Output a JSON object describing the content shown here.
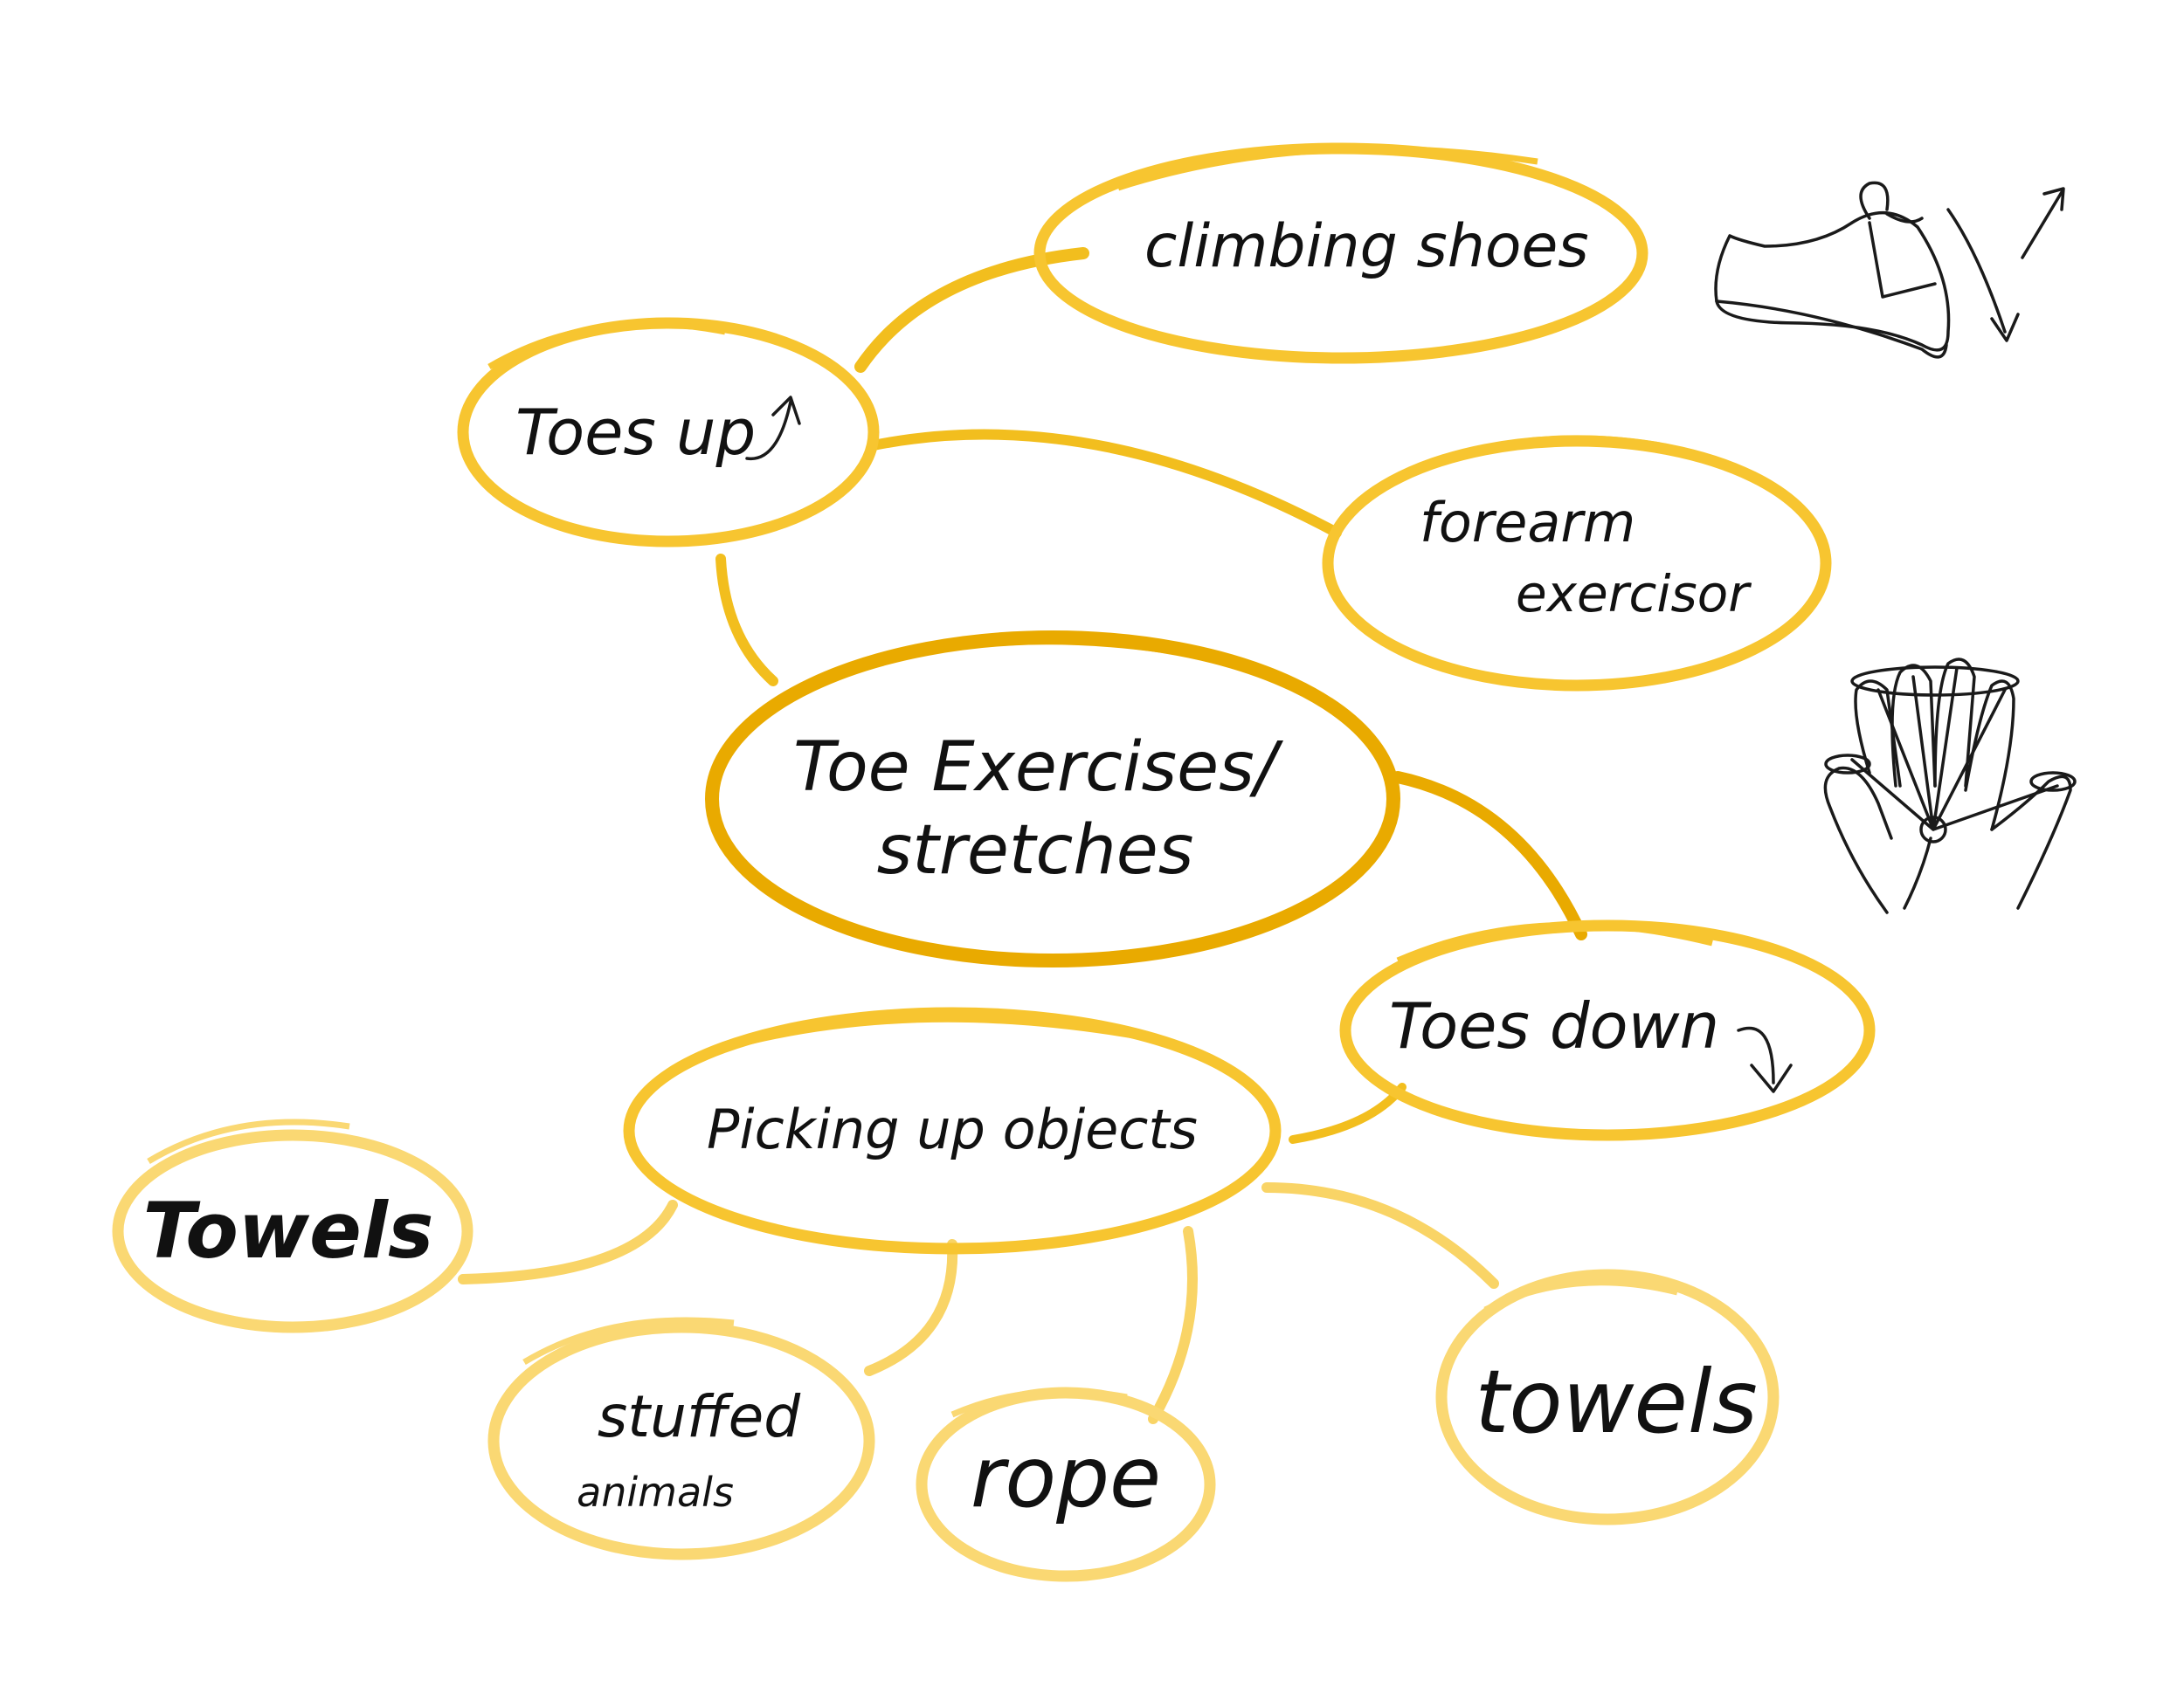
{
  "colors": {
    "central_outline": "#E9AA00",
    "branch_outline": "#F7C530",
    "leaf_outline": "#FAD873",
    "connector_main": "#F2BE1E",
    "connector_leaf": "#F9D466",
    "text": "#111111",
    "sketch": "#1a1a1a"
  },
  "nodes": {
    "central": {
      "line1": "Toe Exercises/",
      "line2": "stretches"
    },
    "toes_up": {
      "label": "Toes up"
    },
    "climbing_shoes": {
      "label": "climbing shoes"
    },
    "forearm_exercisor": {
      "line1": "forearm",
      "line2": "exercisor"
    },
    "toes_down": {
      "label": "Toes down"
    },
    "picking_up_objects": {
      "label": "Picking up objects"
    },
    "towels_left": {
      "label": "Towels"
    },
    "stuffed_animals": {
      "line1": "stuffed",
      "line2": "animals"
    },
    "rope": {
      "label": "rope"
    },
    "towels_right": {
      "label": "towels"
    }
  },
  "icons": {
    "toes_up_arrow": "arrow-up-icon",
    "toes_down_arrow": "arrow-down-icon",
    "shoe_sketch": "climbing-shoe-icon",
    "hand_sketch": "hand-exerciser-icon"
  }
}
